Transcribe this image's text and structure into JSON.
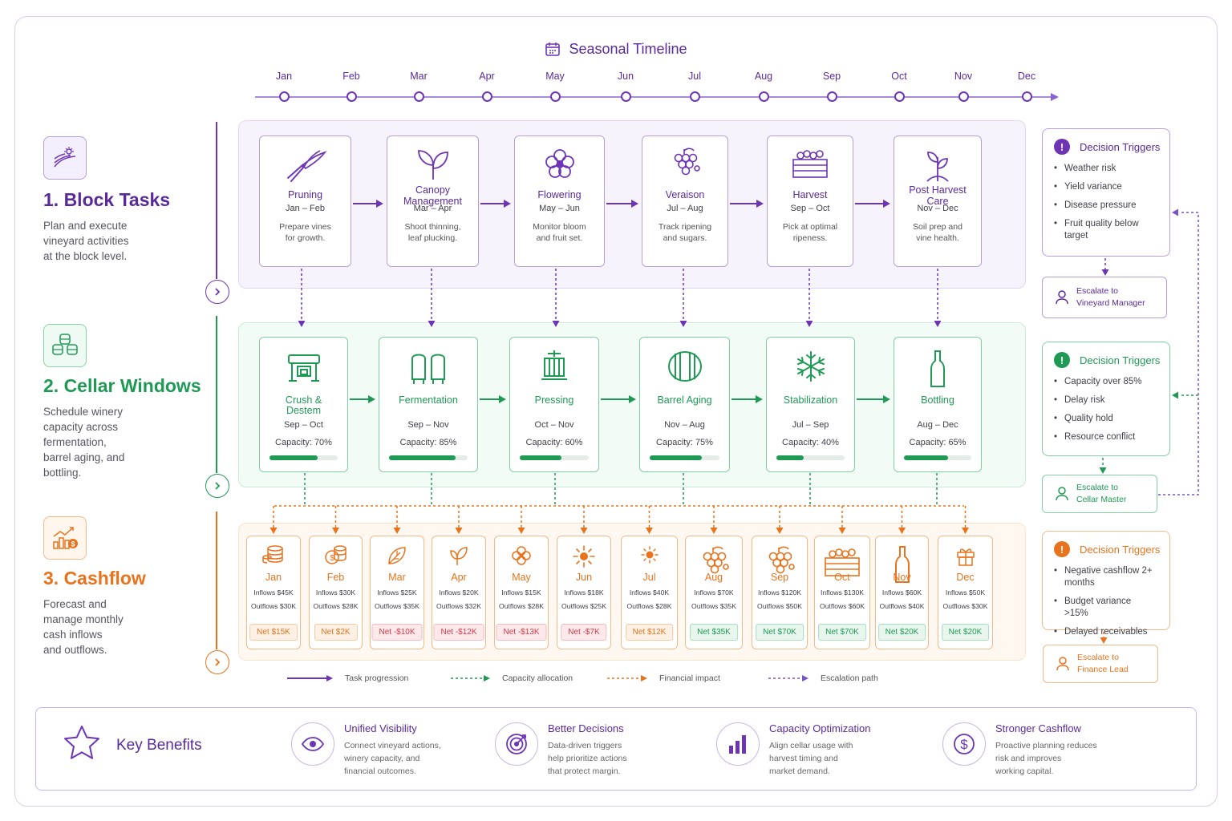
{
  "timeline": {
    "title": "Seasonal Timeline",
    "months": [
      "Jan",
      "Feb",
      "Mar",
      "Apr",
      "May",
      "Jun",
      "Jul",
      "Aug",
      "Sep",
      "Oct",
      "Nov",
      "Dec"
    ]
  },
  "sections": {
    "block": {
      "title": "1.  Block Tasks",
      "desc_lines": [
        "Plan and execute",
        "vineyard activities",
        "at the block level."
      ],
      "color": "#5b2a9a"
    },
    "cellar": {
      "title": "2. Cellar Windows",
      "desc_lines": [
        "Schedule winery",
        "capacity across",
        "fermentation,",
        "barrel aging, and",
        "bottling."
      ],
      "color": "#1f9a55"
    },
    "cash": {
      "title": "3. Cashflow",
      "desc_lines": [
        "Forecast and",
        "manage monthly",
        "cash inflows",
        "and outflows."
      ],
      "color": "#e8731c"
    }
  },
  "block_tasks": [
    {
      "name_lines": [
        "Pruning"
      ],
      "period": "Jan – Feb",
      "desc_lines": [
        "Prepare vines",
        "for growth."
      ],
      "icon": "pruning-shears-icon"
    },
    {
      "name_lines": [
        "Canopy",
        "Management"
      ],
      "period": "Mar – Apr",
      "desc_lines": [
        "Shoot thinning,",
        "leaf plucking."
      ],
      "icon": "leaves-icon"
    },
    {
      "name_lines": [
        "Flowering"
      ],
      "period": "May – Jun",
      "desc_lines": [
        "Monitor bloom",
        "and fruit set."
      ],
      "icon": "flower-icon"
    },
    {
      "name_lines": [
        "Veraison"
      ],
      "period": "Jul – Aug",
      "desc_lines": [
        "Track ripening",
        "and sugars."
      ],
      "icon": "grapes-icon"
    },
    {
      "name_lines": [
        "Harvest"
      ],
      "period": "Sep – Oct",
      "desc_lines": [
        "Pick at optimal",
        "ripeness."
      ],
      "icon": "harvest-crate-icon"
    },
    {
      "name_lines": [
        "Post Harvest",
        "Care"
      ],
      "period": "Nov – Dec",
      "desc_lines": [
        "Soil prep and",
        "vine health."
      ],
      "icon": "vine-sprout-icon"
    }
  ],
  "cellar_windows": [
    {
      "name_lines": [
        "Crush &",
        "Destem"
      ],
      "period": "Sep – Oct",
      "capacity_label": "Capacity: 70%",
      "capacity": 0.7,
      "icon": "crusher-icon"
    },
    {
      "name_lines": [
        "Fermentation"
      ],
      "period": "Sep – Nov",
      "capacity_label": "Capacity: 85%",
      "capacity": 0.85,
      "icon": "tanks-icon"
    },
    {
      "name_lines": [
        "Pressing"
      ],
      "period": "Oct – Nov",
      "capacity_label": "Capacity: 60%",
      "capacity": 0.6,
      "icon": "press-icon"
    },
    {
      "name_lines": [
        "Barrel Aging"
      ],
      "period": "Nov – Aug",
      "capacity_label": "Capacity: 75%",
      "capacity": 0.75,
      "icon": "barrel-icon"
    },
    {
      "name_lines": [
        "Stabilization"
      ],
      "period": "Jul – Sep",
      "capacity_label": "Capacity: 40%",
      "capacity": 0.4,
      "icon": "snowflake-icon"
    },
    {
      "name_lines": [
        "Bottling"
      ],
      "period": "Aug – Dec",
      "capacity_label": "Capacity: 65%",
      "capacity": 0.65,
      "icon": "bottle-icon"
    }
  ],
  "cashflow": [
    {
      "month": "Jan",
      "inflows": "Inflows  $45K",
      "outflows": "Outflows $30K",
      "net": "Net $15K",
      "tone": "pos-o",
      "icon": "coins-icon"
    },
    {
      "month": "Feb",
      "inflows": "Inflows  $30K",
      "outflows": "Outflows $28K",
      "net": "Net $2K",
      "tone": "pos-o",
      "icon": "coins-dollar-icon"
    },
    {
      "month": "Mar",
      "inflows": "Inflows  $25K",
      "outflows": "Outflows $35K",
      "net": "Net -$10K",
      "tone": "neg",
      "icon": "leaf-icon"
    },
    {
      "month": "Apr",
      "inflows": "Inflows  $20K",
      "outflows": "Outflows $32K",
      "net": "Net -$12K",
      "tone": "neg",
      "icon": "sprout-leaf-icon"
    },
    {
      "month": "May",
      "inflows": "Inflows  $15K",
      "outflows": "Outflows $28K",
      "net": "Net -$13K",
      "tone": "neg",
      "icon": "blossom-icon"
    },
    {
      "month": "Jun",
      "inflows": "Inflows  $18K",
      "outflows": "Outflows $25K",
      "net": "Net -$7K",
      "tone": "neg",
      "icon": "sun-icon"
    },
    {
      "month": "Jul",
      "inflows": "Inflows  $40K",
      "outflows": "Outflows $28K",
      "net": "Net $12K",
      "tone": "pos-o",
      "icon": "small-sun-icon"
    },
    {
      "month": "Aug",
      "inflows": "Inflows  $70K",
      "outflows": "Outflows $35K",
      "net": "Net $35K",
      "tone": "pos-g",
      "icon": "grapes-icon"
    },
    {
      "month": "Sep",
      "inflows": "Inflows  $120K",
      "outflows": "Outflows $50K",
      "net": "Net $70K",
      "tone": "pos-g",
      "icon": "grapes-icon"
    },
    {
      "month": "Oct",
      "inflows": "Inflows  $130K",
      "outflows": "Outflows $60K",
      "net": "Net $70K",
      "tone": "pos-g",
      "icon": "harvest-crate-icon"
    },
    {
      "month": "Nov",
      "inflows": "Inflows  $60K",
      "outflows": "Outflows $40K",
      "net": "Net $20K",
      "tone": "pos-g",
      "icon": "bottle-icon"
    },
    {
      "month": "Dec",
      "inflows": "Inflows  $50K",
      "outflows": "Outflows $30K",
      "net": "Net $20K",
      "tone": "pos-g",
      "icon": "gift-icon"
    }
  ],
  "triggers": {
    "vineyard": {
      "title": "Decision Triggers",
      "items": [
        "Weather risk",
        "Yield variance",
        "Disease pressure",
        "Fruit quality below target"
      ],
      "escalate_lines": [
        "Escalate to",
        "Vineyard Manager"
      ],
      "color": "#5b2a9a"
    },
    "cellar": {
      "title": "Decision Triggers",
      "items": [
        "Capacity over 85%",
        "Delay risk",
        "Quality hold",
        "Resource conflict"
      ],
      "escalate_lines": [
        "Escalate to",
        "Cellar Master"
      ],
      "color": "#1f9a55"
    },
    "finance": {
      "title": "Decision Triggers",
      "items": [
        "Negative cashflow 2+ months",
        "Budget variance >15%",
        "Delayed receivables"
      ],
      "escalate_lines": [
        "Escalate to",
        "Finance Lead"
      ],
      "color": "#e8731c"
    }
  },
  "legend": [
    {
      "label": "Task progression",
      "color": "#6d35b5",
      "style": "solid"
    },
    {
      "label": "Capacity allocation",
      "color": "#1f9a55",
      "style": "dashed"
    },
    {
      "label": "Financial impact",
      "color": "#e8731c",
      "style": "dashed"
    },
    {
      "label": "Escalation path",
      "color": "#7b52c2",
      "style": "dashed"
    }
  ],
  "benefits": {
    "title": "Key Benefits",
    "items": [
      {
        "title": "Unified Visibility",
        "desc_lines": [
          "Connect vineyard actions,",
          "winery capacity, and",
          "financial outcomes."
        ],
        "icon": "eye-icon"
      },
      {
        "title": "Better Decisions",
        "desc_lines": [
          "Data-driven triggers",
          "help prioritize actions",
          "that protect margin."
        ],
        "icon": "target-icon"
      },
      {
        "title": "Capacity Optimization",
        "desc_lines": [
          "Align cellar usage with",
          "harvest timing and",
          "market demand."
        ],
        "icon": "bar-chart-icon"
      },
      {
        "title": "Stronger  Cashflow",
        "desc_lines": [
          "Proactive planning reduces",
          "risk and improves",
          "working capital."
        ],
        "icon": "dollar-icon"
      }
    ]
  }
}
